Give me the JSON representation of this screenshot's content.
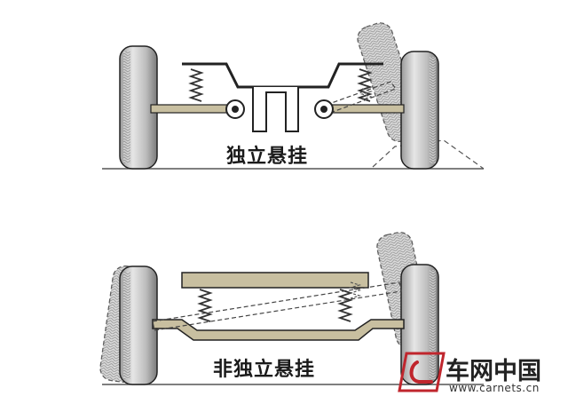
{
  "diagrams": [
    {
      "id": "independent",
      "label": "独立悬挂"
    },
    {
      "id": "dependent",
      "label": "非独立悬挂"
    }
  ],
  "watermark": {
    "brand": "车网中国",
    "url": "www.carnets.cn"
  },
  "colors": {
    "axle": "#c8bfa0",
    "tire": "#d9d9d9",
    "tire_dark": "#7a7a7a",
    "outline": "#222222",
    "logo_red": "#c0262d"
  }
}
